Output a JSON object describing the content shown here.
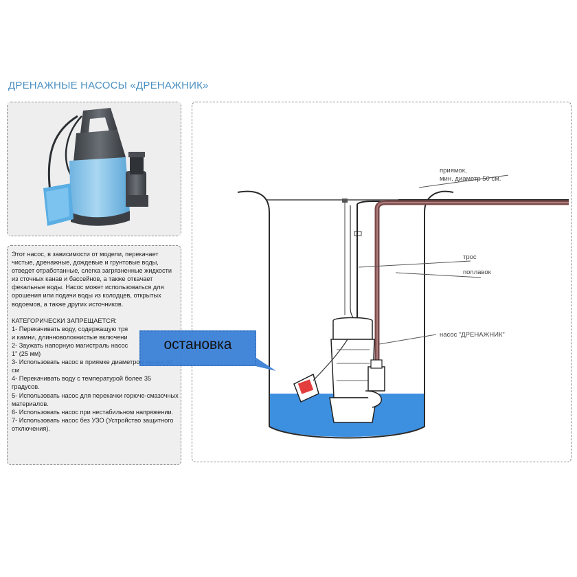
{
  "title": "ДРЕНАЖНЫЕ НАСОСЫ «ДРЕНАЖНИК»",
  "description": {
    "intro": "Этот насос, в зависимости от модели, перекачает чистые, дренажные, дождевые и грунтовые воды, отведет отработанные, слегка загрязненные жидкости из сточных канав и бассейнов, а также откачает фекальные воды. Насос может использоваться для орошения или подачи воды из колодцев, открытых водоемов, а также других источников.",
    "prohibited_heading": "КАТЕГОРИЧЕСКИ ЗАПРЕЩАЕТСЯ:",
    "items": [
      "1- Перекачивать воду, содержащую тря",
      "и камни, длинноволокнистые включени",
      "2- Заужать напорную магистраль насос",
      "1” (25 мм)",
      "3- Использовать насос в приямке диаметром менее 40 см",
      "4- Перекачивать воду с температурой более 35 градусов.",
      "5- Использовать насос для перекачки горюче-смазочных материалов.",
      "6- Использовать насос при нестабильном напряжении.",
      "7- Использовать насос без УЗО (Устройство защитного отключения)."
    ]
  },
  "diagram": {
    "label_pit": "приямок,",
    "label_pit_diameter": "мин. диаметр 50 см.",
    "label_rope": "трос",
    "label_float": "поплавок",
    "label_pump": "насос “ДРЕНАЖНИК”"
  },
  "tooltip": {
    "text": "остановка"
  },
  "colors": {
    "title": "#4a90c2",
    "water": "#3d8fe0",
    "tooltip_bg": "#3a7fd6",
    "pump_body": "#8ec3e6",
    "pipe": "#7a4a4a"
  }
}
